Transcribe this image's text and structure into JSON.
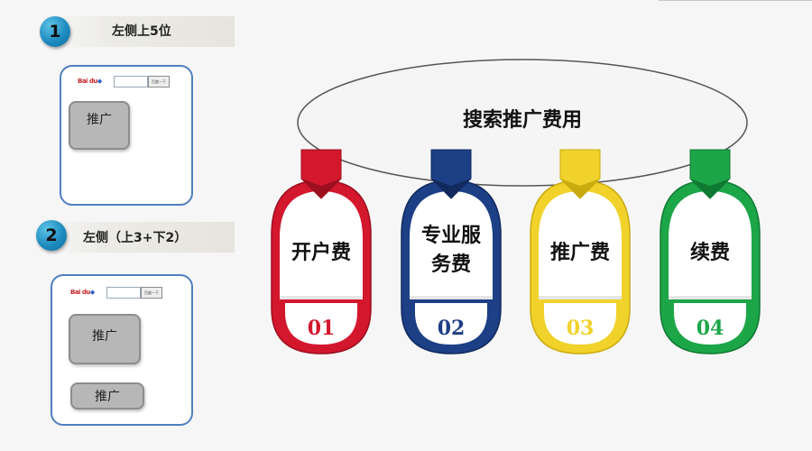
{
  "steps": [
    {
      "number": "1",
      "label": "左侧上5位"
    },
    {
      "number": "2",
      "label": "左侧（上3+下2）"
    }
  ],
  "mock1": {
    "logo": "Bai du",
    "search_button": "百度一下",
    "promo_top": "推广"
  },
  "mock2": {
    "logo": "Bai du",
    "search_button": "百度一下",
    "promo_top": "推广",
    "promo_bottom": "推广"
  },
  "diagram": {
    "title": "搜索推广费用",
    "items": [
      {
        "label": "开户费",
        "number": "01",
        "color": "#d3172d",
        "dark": "#9c0f1f"
      },
      {
        "label": "专业服务费",
        "line1": "专业服",
        "line2": "务费",
        "number": "02",
        "color": "#1d3f86",
        "dark": "#112a5e"
      },
      {
        "label": "推广费",
        "number": "03",
        "color": "#f0d22a",
        "dark": "#c9ab10"
      },
      {
        "label": "续费",
        "number": "04",
        "color": "#1ca648",
        "dark": "#0f7a32"
      }
    ]
  }
}
